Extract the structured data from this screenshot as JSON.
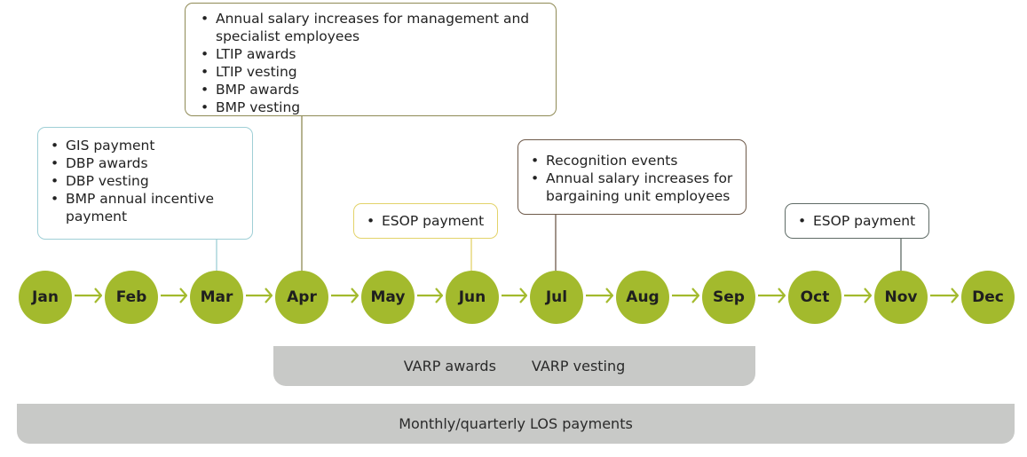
{
  "months": [
    "Jan",
    "Feb",
    "Mar",
    "Apr",
    "May",
    "Jun",
    "Jul",
    "Aug",
    "Sep",
    "Oct",
    "Nov",
    "Dec"
  ],
  "callouts": {
    "mar": {
      "color": "#9fcfd6",
      "items": [
        "GIS payment",
        "DBP awards",
        "DBP vesting",
        "BMP annual incentive payment"
      ]
    },
    "apr": {
      "color": "#8f8a55",
      "items": [
        "Annual salary increases for management and specialist employees",
        "LTIP awards",
        "LTIP vesting",
        "BMP awards",
        "BMP vesting"
      ]
    },
    "jun": {
      "color": "#e3d36a",
      "items": [
        "ESOP payment"
      ]
    },
    "jul": {
      "color": "#6e5a4a",
      "items": [
        "Recognition events",
        "Annual salary increases for bargaining unit employees"
      ]
    },
    "nov": {
      "color": "#5f6b66",
      "items": [
        "ESOP payment"
      ]
    }
  },
  "bars": {
    "varp_awards": "VARP awards",
    "varp_vesting": "VARP vesting",
    "los": "Monthly/quarterly LOS payments"
  },
  "colors": {
    "month_circle": "#a3ba2d",
    "arrow": "#a3ba2d",
    "bar": "#c8c9c7"
  }
}
